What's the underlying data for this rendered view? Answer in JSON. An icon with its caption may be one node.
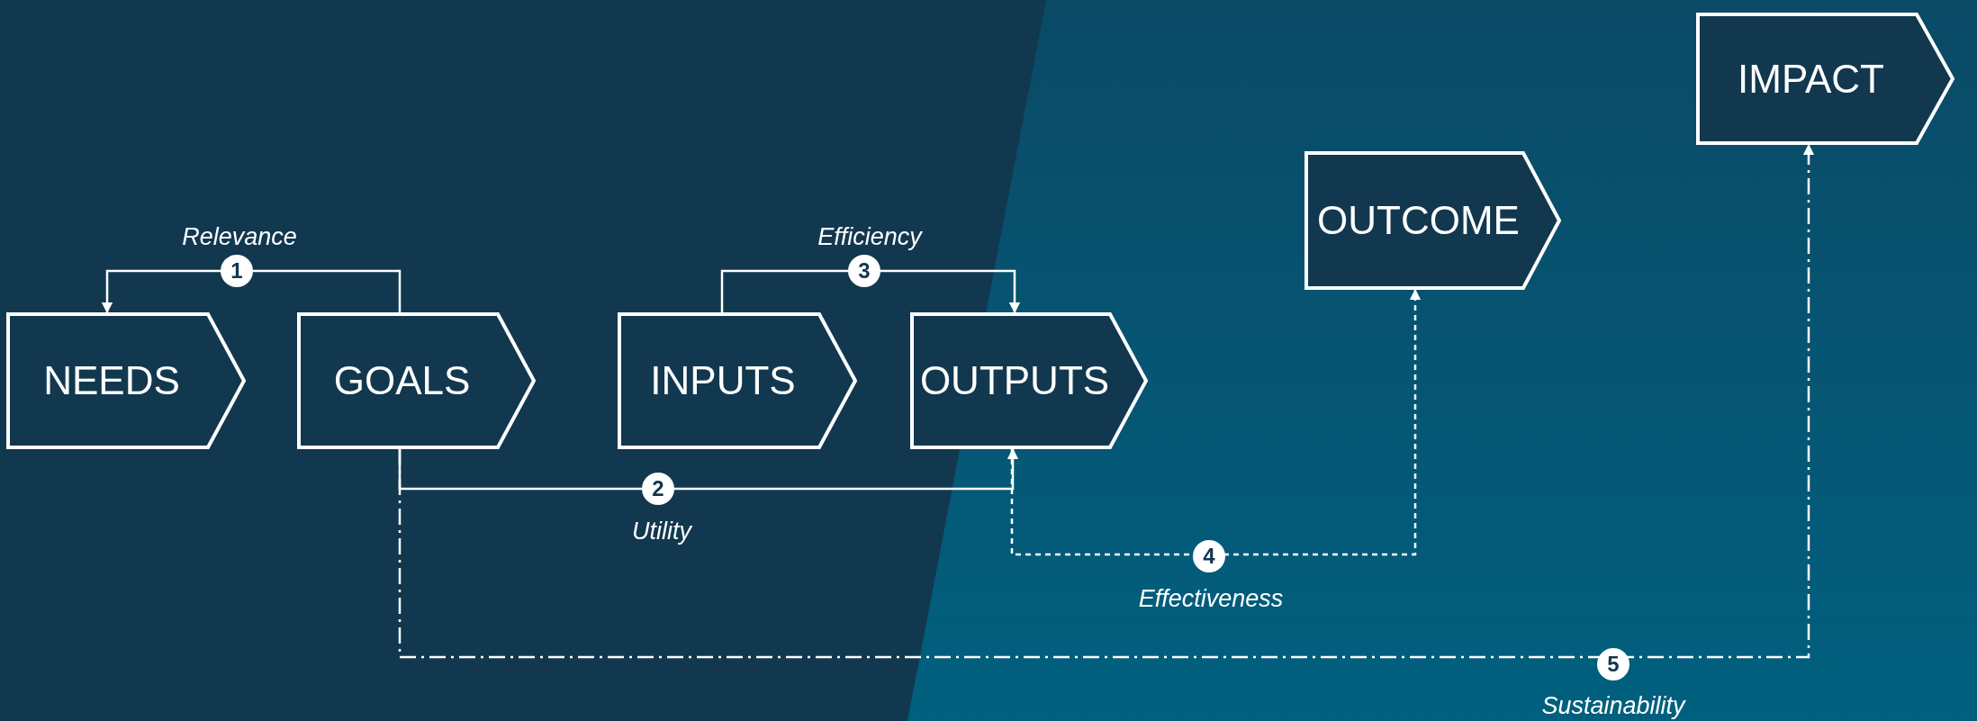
{
  "diagram": {
    "nodes": [
      {
        "text": [
          "NEEDS"
        ]
      },
      {
        "text": [
          "GOALS"
        ]
      },
      {
        "text": [
          "INPUTS"
        ]
      },
      {
        "text": [
          "OUTPUTS"
        ]
      },
      {
        "text": [
          "OUTCOME"
        ]
      },
      {
        "text": [
          "IMPACT"
        ]
      }
    ],
    "edges": [
      {
        "from": 1,
        "to": 0,
        "arrow": "to",
        "label": "Relevance"
      },
      {
        "from": 1,
        "to": 3,
        "arrow": "to",
        "label": "Utility"
      },
      {
        "from": 2,
        "to": 3,
        "arrow": "to",
        "label": "Efficiency"
      },
      {
        "from": 3,
        "to": 4,
        "arrow": "to",
        "label": "Effectiveness",
        "style": "dashed"
      },
      {
        "from": 1,
        "to": 5,
        "arrow": "to",
        "label": "Sustainability",
        "style": "dashed"
      }
    ],
    "labels": [
      "1",
      "2",
      "3",
      "4",
      "5"
    ]
  }
}
